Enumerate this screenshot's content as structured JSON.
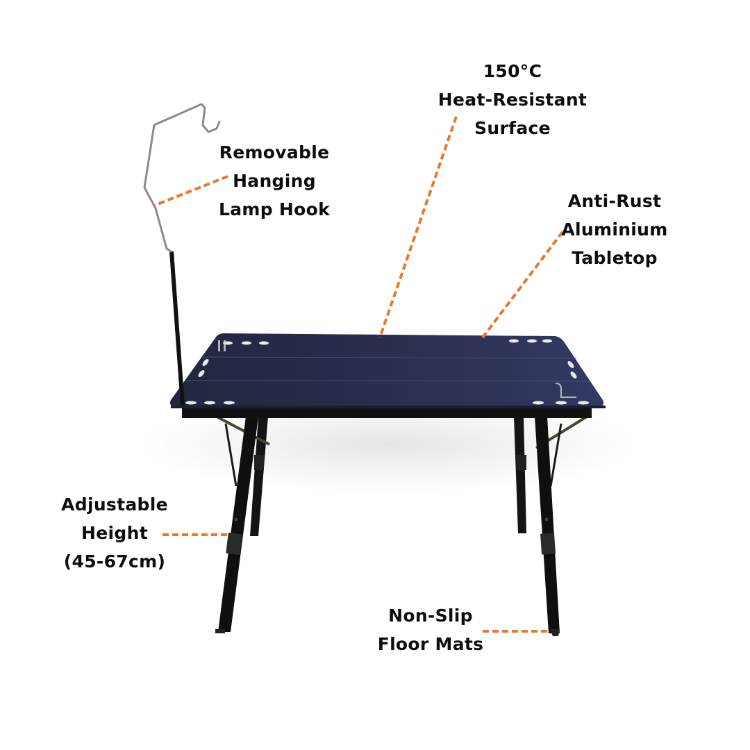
{
  "colors": {
    "background": "#ffffff",
    "accent_leader": "#e8782a",
    "label_text": "#0d0d0d",
    "tabletop": "#262a48",
    "tabletop_edge": "#1b1e33",
    "frame": "#111111",
    "hook_wire": "#8a8a8a"
  },
  "product": {
    "name": "folding camping table with lamp hook"
  },
  "callouts": [
    {
      "id": "heat",
      "lines": [
        "150°C",
        "Heat-Resistant",
        "Surface"
      ]
    },
    {
      "id": "hook",
      "lines": [
        "Removable",
        "Hanging",
        "Lamp Hook"
      ]
    },
    {
      "id": "rust",
      "lines": [
        "Anti-Rust",
        "Aluminium",
        "Tabletop"
      ]
    },
    {
      "id": "height",
      "lines": [
        "Adjustable",
        "Height",
        "(45-67cm)"
      ]
    },
    {
      "id": "mats",
      "lines": [
        "Non-Slip",
        "Floor Mats"
      ]
    }
  ]
}
